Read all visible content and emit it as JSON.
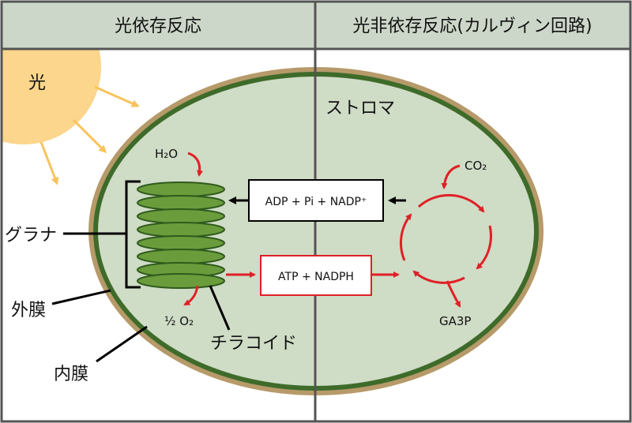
{
  "header": {
    "left_title": "光依存反応",
    "right_title": "光非依存反応(カルヴィン回路)"
  },
  "labels": {
    "light": "光",
    "stroma": "ストロマ",
    "grana": "グラナ",
    "outer_membrane": "外膜",
    "inner_membrane": "内膜",
    "thylakoid": "チラコイド"
  },
  "molecules": {
    "water": "H₂O",
    "oxygen": "½ O₂",
    "adp_box": "ADP + Pi + NADP⁺",
    "atp_box": "ATP + NADPH",
    "co2": "CO₂",
    "ga3p": "GA3P"
  },
  "colors": {
    "header_bg": "#cdd7c9",
    "border": "#545454",
    "sun": "#fcd68c",
    "sun_ray": "#f7c35c",
    "outer_membrane": "#b79a6a",
    "inner_membrane": "#3e6b2a",
    "stroma": "#cfdcc6",
    "thylakoid_fill": "#6a9c3c",
    "thylakoid_stroke": "#2f5a1c",
    "red_arrow": "#e02026",
    "black": "#000000"
  }
}
